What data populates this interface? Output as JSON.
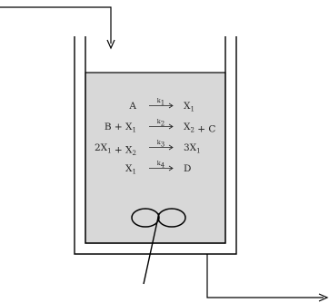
{
  "diagram": {
    "type": "stirred-tank-reactor",
    "colors": {
      "line": "#000000",
      "liquid": "#d8d8d8",
      "text": "#222222"
    },
    "reactions": [
      {
        "lhs": [
          {
            "base": "A"
          }
        ],
        "rate": {
          "base": "k",
          "sub": "1"
        },
        "rhs": [
          {
            "base": "X",
            "sub": "1"
          }
        ]
      },
      {
        "lhs": [
          {
            "base": "B + X",
            "sub": "1"
          }
        ],
        "rate": {
          "base": "k",
          "sub": "2"
        },
        "rhs": [
          {
            "base": "X",
            "sub": "2"
          },
          {
            "base": " + C"
          }
        ]
      },
      {
        "lhs": [
          {
            "base": "2X",
            "sub": "1"
          },
          {
            "base": " + X",
            "sub": "2"
          }
        ],
        "rate": {
          "base": "k",
          "sub": "3"
        },
        "rhs": [
          {
            "base": "3X",
            "sub": "1"
          }
        ]
      },
      {
        "lhs": [
          {
            "base": "X",
            "sub": "1"
          }
        ],
        "rate": {
          "base": "k",
          "sub": "4"
        },
        "rhs": [
          {
            "base": "D"
          }
        ]
      }
    ]
  }
}
